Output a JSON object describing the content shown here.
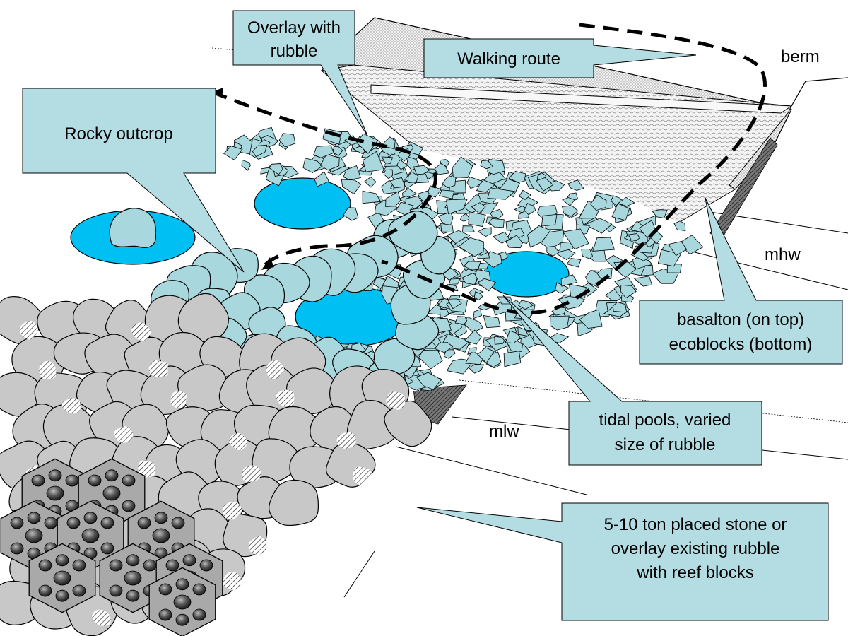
{
  "labels": {
    "overlay_rubble": [
      "Overlay with",
      "rubble"
    ],
    "walking_route": "Walking route",
    "berm": "berm",
    "rocky_outcrop": "Rocky outcrop",
    "mhw": "mhw",
    "basalton": [
      "basalton (on top)",
      "ecoblocks (bottom)"
    ],
    "tidal_pools": [
      "tidal pools, varied",
      "size of rubble"
    ],
    "mlw": "mlw",
    "placed_stone": [
      "5-10 ton placed stone or",
      "overlay existing rubble",
      "with reef blocks"
    ]
  },
  "colors": {
    "callout_fill": "#b4dde3",
    "stone_fill": "#a8d8de",
    "pool_fill": "#00bff3",
    "boulder_fill": "#c8c8c8",
    "reefblock_fill": "#a9a9a9",
    "outline": "#000000"
  }
}
